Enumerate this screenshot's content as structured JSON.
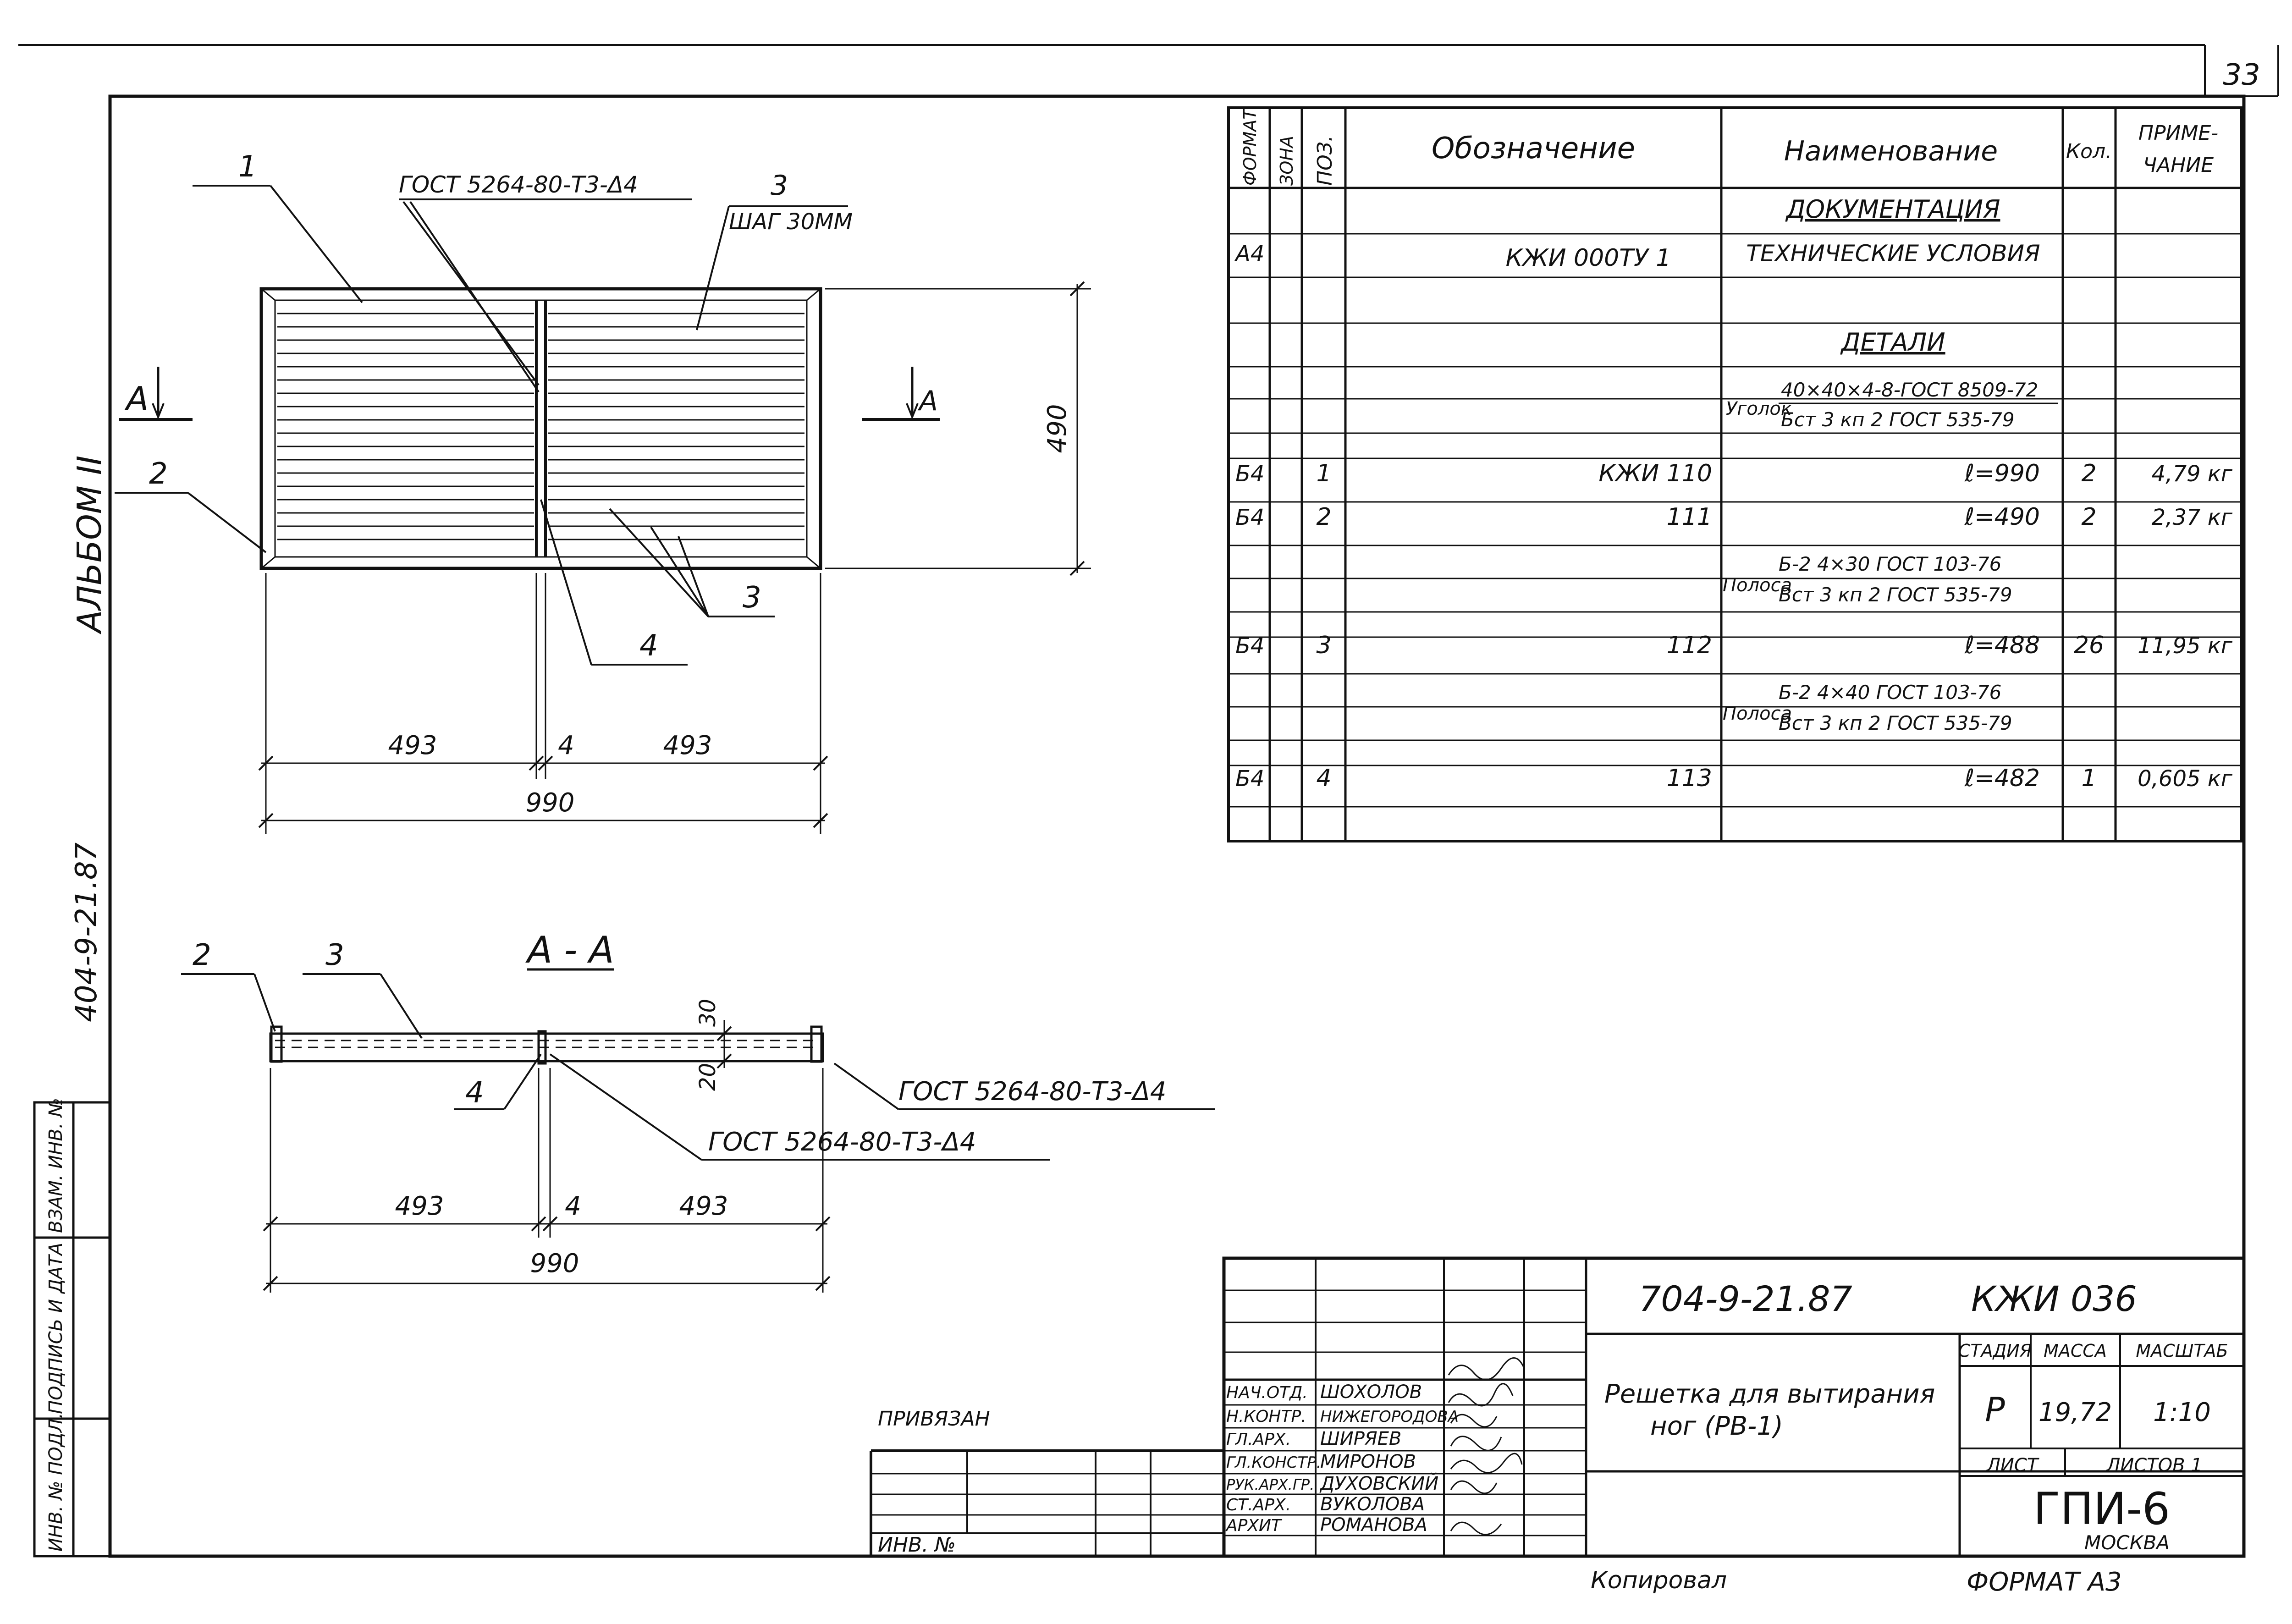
{
  "sheet_number": "33",
  "side_labels": {
    "album": "АЛЬБОМ II",
    "code": "404-9-21.87",
    "inv": "ИНВ. № ПОДЛ.",
    "sign": "ПОДПИСЬ И ДАТА",
    "replace": "ВЗАМ. ИНВ. №"
  },
  "plan_view": {
    "pos1": "1",
    "pos2": "2",
    "pos3": "3",
    "pos3_step": "ШАГ 30ММ",
    "pos3b": "3",
    "pos4": "4",
    "weld": "ГОСТ 5264-80-Т3-Δ4",
    "section_left": "А",
    "section_right": "А",
    "dim_height": "490",
    "dim_left": "493",
    "dim_gap": "4",
    "dim_right": "493",
    "dim_total": "990"
  },
  "section_view": {
    "title": "А - А",
    "pos2": "2",
    "pos3": "3",
    "pos4": "4",
    "weld_right": "ГОСТ 5264-80-Т3-Δ4",
    "weld_mid": "ГОСТ 5264-80-Т3-Δ4",
    "dim_30": "30",
    "dim_20": "20",
    "dim_left": "493",
    "dim_gap": "4",
    "dim_right": "493",
    "dim_total": "990"
  },
  "spec": {
    "headers": {
      "format": "ФОРМАТ",
      "zone": "ЗОНА",
      "pos": "ПОЗ.",
      "designation": "Обозначение",
      "name": "Наименование",
      "qty": "Кол.",
      "note1": "ПРИМЕ-",
      "note2": "ЧАНИЕ"
    },
    "documentation": "ДОКУМЕНТАЦИЯ",
    "doc_row": {
      "format": "А4",
      "designation": "КЖИ 000ТУ 1",
      "name": "ТЕХНИЧЕСКИЕ УСЛОВИЯ"
    },
    "details": "ДЕТАЛИ",
    "angle": {
      "label": "Уголок",
      "top": "40×40×4-8-ГОСТ 8509-72",
      "bottom": "Бст 3 кп 2 ГОСТ 535-79"
    },
    "strip1": {
      "label": "Полоса",
      "top": "Б-2 4×30 ГОСТ 103-76",
      "bottom": "Вст 3 кп 2 ГОСТ 535-79"
    },
    "strip2": {
      "label": "Полоса",
      "top": "Б-2 4×40 ГОСТ 103-76",
      "bottom": "Вст 3 кп 2 ГОСТ 535-79"
    },
    "rows": [
      {
        "format": "Б4",
        "pos": "1",
        "designation": "КЖИ 110",
        "name": "ℓ=990",
        "qty": "2",
        "note": "4,79 кг"
      },
      {
        "format": "Б4",
        "pos": "2",
        "designation": "111",
        "name": "ℓ=490",
        "qty": "2",
        "note": "2,37 кг"
      },
      {
        "format": "Б4",
        "pos": "3",
        "designation": "112",
        "name": "ℓ=488",
        "qty": "26",
        "note": "11,95 кг"
      },
      {
        "format": "Б4",
        "pos": "4",
        "designation": "113",
        "name": "ℓ=482",
        "qty": "1",
        "note": "0,605 кг"
      }
    ]
  },
  "title_block": {
    "doc_code": "704-9-21.87",
    "doc_mark": "КЖИ 036",
    "title_line1": "Решетка для вытирания",
    "title_line2": "ног (РВ-1)",
    "stage_label": "СТАДИЯ",
    "mass_label": "МАССА",
    "scale_label": "МАСШТАБ",
    "stage": "Р",
    "mass": "19,72",
    "scale": "1:10",
    "sheet_label": "ЛИСТ",
    "sheets_label": "ЛИСТОВ 1",
    "org": "ГПИ-6",
    "city": "МОСКВА",
    "people": [
      {
        "role": "НАЧ.ОТД.",
        "name": "ШОХОЛОВ"
      },
      {
        "role": "Н.КОНТР.",
        "name": "НИЖЕГОРОДОВА"
      },
      {
        "role": "ГЛ.АРХ.",
        "name": "ШИРЯЕВ"
      },
      {
        "role": "ГЛ.КОНСТР.",
        "name": "МИРОНОВ"
      },
      {
        "role": "РУК.АРХ.ГР.",
        "name": "ДУХОВСКИЙ"
      },
      {
        "role": "СТ.АРХ.",
        "name": "ВУКОЛОВА"
      },
      {
        "role": "АРХИТ",
        "name": "РОМАНОВА"
      }
    ],
    "privyazan": "ПРИВЯЗАН",
    "inv_no": "ИНВ. №"
  },
  "footer": {
    "copied": "Копировал",
    "format": "ФОРМАТ А3"
  }
}
